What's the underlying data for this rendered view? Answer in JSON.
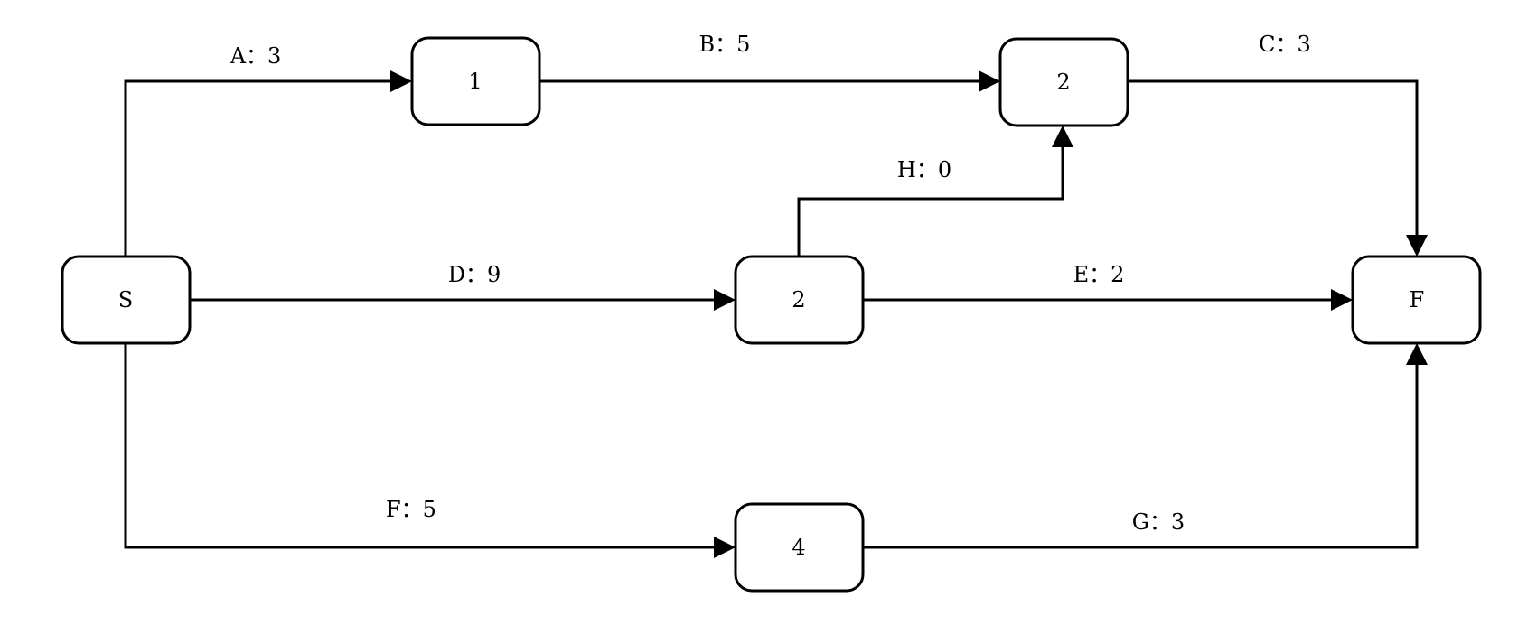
{
  "nodes": {
    "s": "S",
    "n1": "1",
    "n2_top": "2",
    "n2_mid": "2",
    "n4": "4",
    "f": "F"
  },
  "edges": {
    "a": "A：3",
    "b": "B：5",
    "c": "C：3",
    "d": "D：9",
    "e": "E：2",
    "f": "F：5",
    "g": "G：3",
    "h": "H：0"
  },
  "colors": {
    "stroke": "#000000",
    "background": "#ffffff"
  }
}
